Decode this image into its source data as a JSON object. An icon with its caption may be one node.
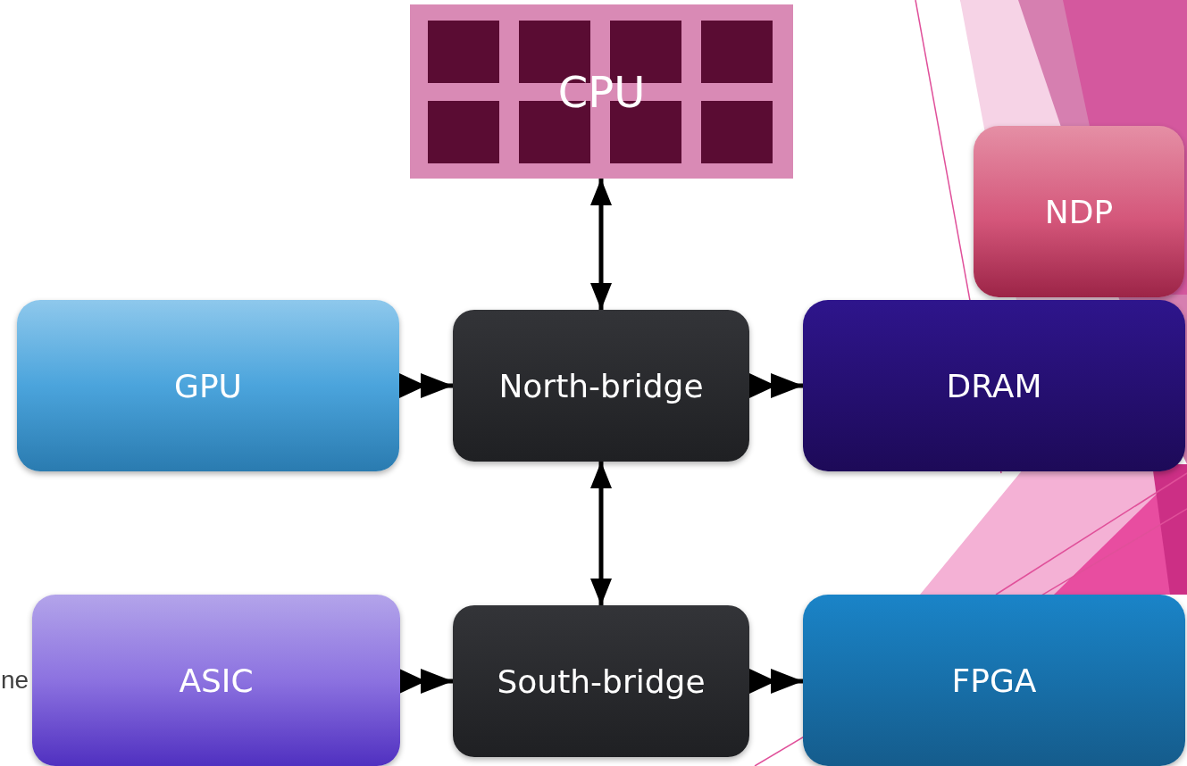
{
  "diagram": {
    "nodes": [
      {
        "text": [
          "CPU"
        ]
      },
      {
        "text": [
          "NDP"
        ]
      },
      {
        "text": [
          "GPU"
        ]
      },
      {
        "text": [
          "North-bridge"
        ]
      },
      {
        "text": [
          "DRAM"
        ]
      },
      {
        "text": [
          "ASIC"
        ]
      },
      {
        "text": [
          "South-bridge"
        ]
      },
      {
        "text": [
          "FPGA"
        ]
      }
    ],
    "edges": [
      {
        "from": 0,
        "to": 3,
        "arrow": "both"
      },
      {
        "from": 2,
        "to": 3,
        "arrow": "to"
      },
      {
        "from": 3,
        "to": 4,
        "arrow": "to"
      },
      {
        "from": 3,
        "to": 6,
        "arrow": "both"
      },
      {
        "from": 5,
        "to": 6,
        "arrow": "to"
      },
      {
        "from": 6,
        "to": 7,
        "arrow": "to"
      }
    ],
    "labels": [
      "ne"
    ]
  }
}
